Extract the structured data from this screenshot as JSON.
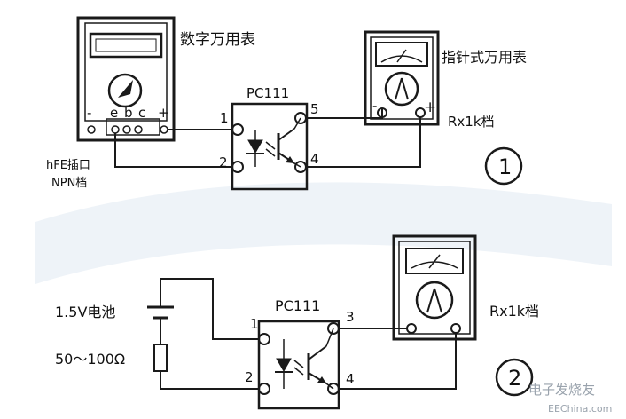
{
  "circuit1": {
    "digital_meter_label": "数字万用表",
    "socket_letters": [
      "-",
      "e",
      "b",
      "c",
      "+"
    ],
    "socket_label_line1": "hFE插口",
    "socket_label_line2": "NPN档",
    "optocoupler_label": "PC111",
    "pins": [
      "1",
      "2",
      "5",
      "4"
    ],
    "analog_meter_label": "指针式万用表",
    "analog_meter_signs": [
      "-",
      "+"
    ],
    "range_label": "Rx1k档",
    "circle_number": "1"
  },
  "circuit2": {
    "battery_label": "1.5V电池",
    "resistor_label": "50～100Ω",
    "optocoupler_label": "PC111",
    "pins": [
      "1",
      "2",
      "3",
      "4"
    ],
    "range_label": "Rx1k档",
    "circle_number": "2"
  },
  "watermark": {
    "text_cn": "电子发烧友",
    "text_en": "EEChina.com"
  },
  "colors": {
    "line": "#1a1a1a",
    "watermark": "#9aa3ad",
    "background_swirl": "#eef3f8"
  }
}
